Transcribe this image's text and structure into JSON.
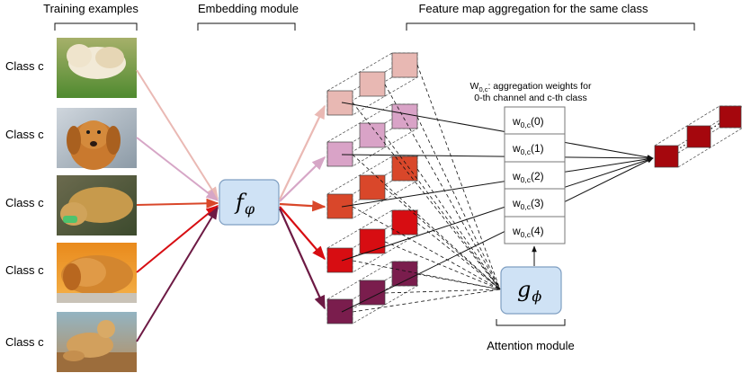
{
  "headers": {
    "training": "Training examples",
    "embedding": "Embedding module",
    "aggregation": "Feature map aggregation for the same class"
  },
  "class_labels": [
    "Class c",
    "Class c",
    "Class c",
    "Class c",
    "Class c"
  ],
  "example_images": [
    "dog-photo-1",
    "dog-photo-2",
    "dog-photo-3",
    "dog-photo-4",
    "dog-photo-5"
  ],
  "embedding_function": {
    "symbol": "f",
    "subscript": "φ"
  },
  "attention_function": {
    "symbol": "g",
    "subscript": "ϕ"
  },
  "attention_label": "Attention module",
  "weights_caption": {
    "prefix": "W",
    "subscript": "0,c",
    "line1_rest": ": aggregation weights for",
    "line2": "0-th channel and c-th class"
  },
  "weights": [
    {
      "symbol": "w",
      "subscript": "0,c",
      "arg": "(0)"
    },
    {
      "symbol": "w",
      "subscript": "0,c",
      "arg": "(1)"
    },
    {
      "symbol": "w",
      "subscript": "0,c",
      "arg": "(2)"
    },
    {
      "symbol": "w",
      "subscript": "0,c",
      "arg": "(3)"
    },
    {
      "symbol": "w",
      "subscript": "0,c",
      "arg": "(4)"
    }
  ],
  "colors": {
    "feature_maps": [
      "#e8b8b3",
      "#d9a3c7",
      "#d9472a",
      "#d70d12",
      "#7a1d4d"
    ],
    "aggregated": "#a5070d",
    "module_fill": "#cfe2f5",
    "module_stroke": "#7f9fc2"
  }
}
